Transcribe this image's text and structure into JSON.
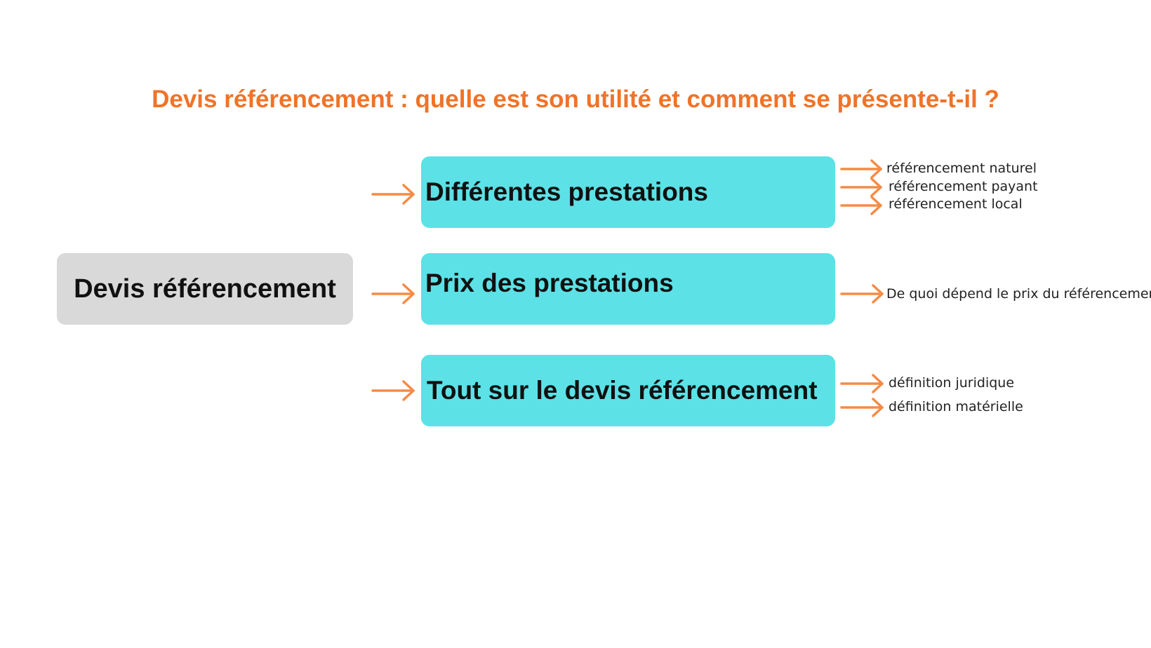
{
  "title": "Devis référencement : quelle est son utilité et comment se présente-t-il ?",
  "root": "Devis référencement",
  "branches": [
    {
      "label": "Différentes prestations",
      "leaves": [
        "référencement naturel",
        "référencement payant",
        "référencement local"
      ]
    },
    {
      "label": "Prix des prestations",
      "leaves": [
        "De quoi dépend le prix du référencement ?"
      ]
    },
    {
      "label": "Tout sur le devis référencement",
      "leaves": [
        "définition juridique",
        "définition matérielle"
      ]
    }
  ],
  "colors": {
    "title": "#f07328",
    "arrow": "#f58b45",
    "box": "#5ce1e6",
    "root": "#d9d9d9"
  }
}
